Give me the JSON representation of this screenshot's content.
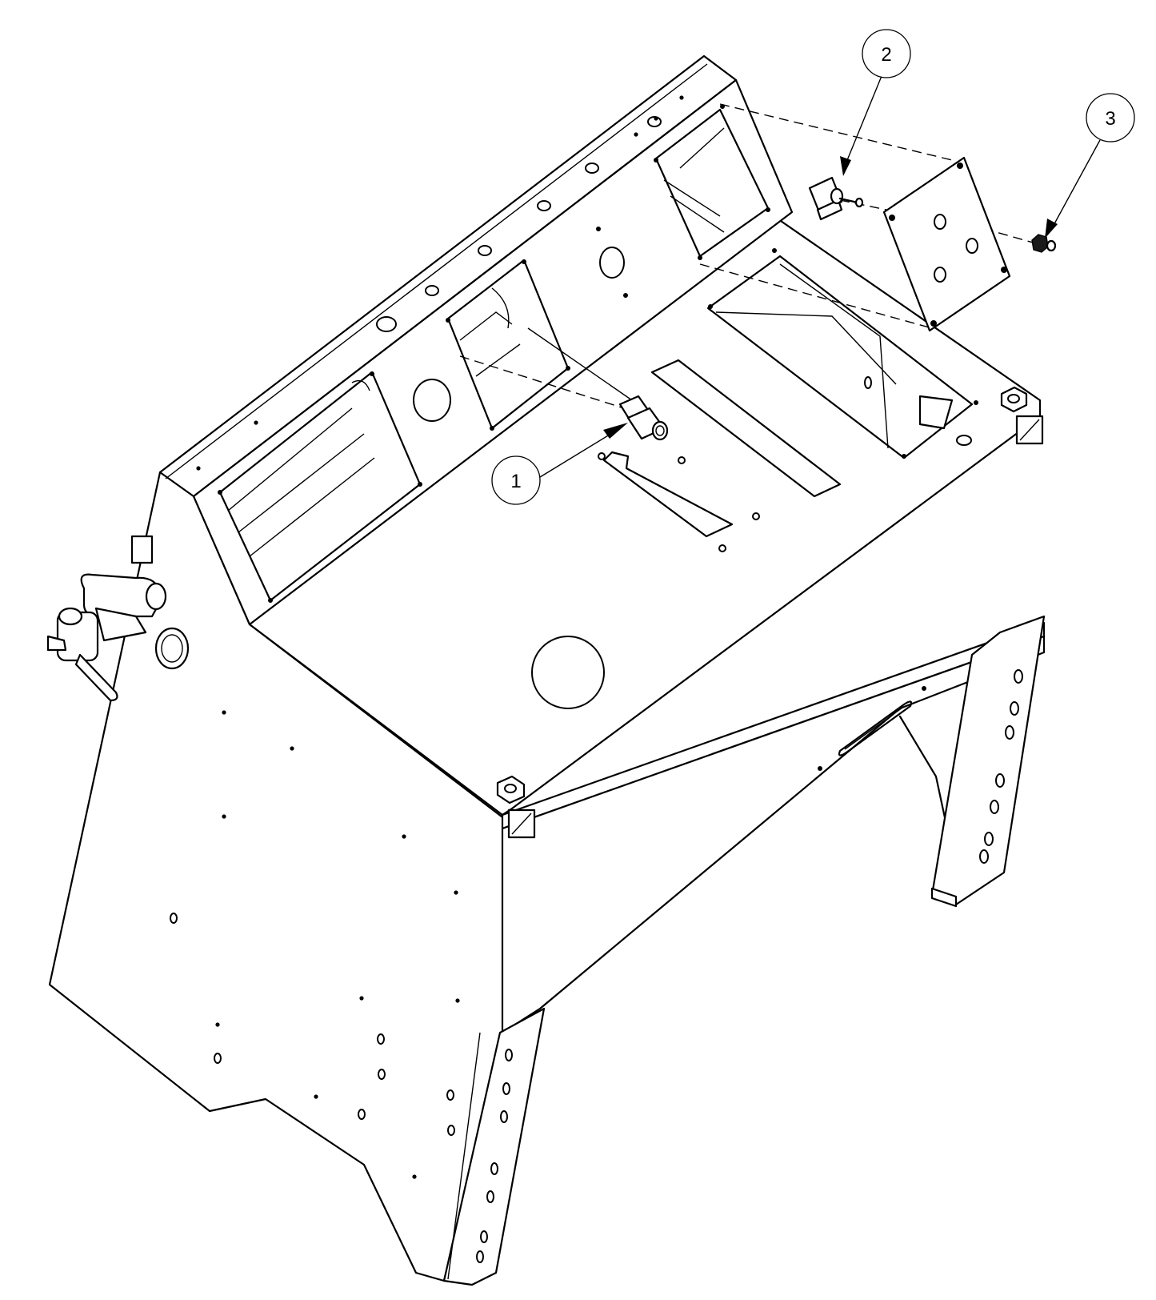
{
  "drawing": {
    "callouts": [
      {
        "number": "1",
        "target": "fitting"
      },
      {
        "number": "2",
        "target": "toggle-switch"
      },
      {
        "number": "3",
        "target": "nut"
      }
    ],
    "line_color": "#000000",
    "background_color": "#ffffff"
  }
}
